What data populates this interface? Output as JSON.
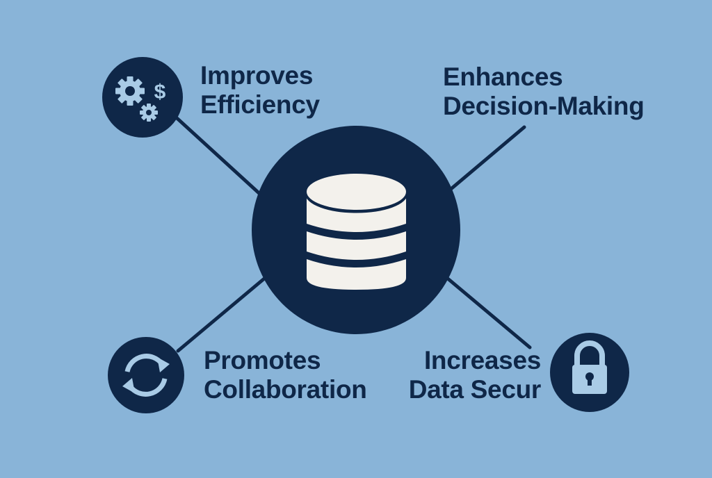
{
  "diagram": {
    "type": "hub-and-spoke",
    "colors": {
      "background": "#89B4D8",
      "navy": "#0F2748",
      "icon_light": "#A9CBE6",
      "database_fill": "#F3F1EC"
    },
    "center": {
      "icon": "database-icon",
      "label": ""
    },
    "nodes": [
      {
        "id": "top-left",
        "icon": "gears-dollar-icon",
        "line1": "Improves",
        "line2": "Efficiency"
      },
      {
        "id": "top-right",
        "icon": "",
        "line1": "Enhances",
        "line2": "Decision-Making"
      },
      {
        "id": "bottom-left",
        "icon": "sync-arrows-icon",
        "line1": "Promotes",
        "line2": "Collaboration"
      },
      {
        "id": "bottom-right",
        "icon": "padlock-icon",
        "line1": "Increases",
        "line2": "Data Secur"
      }
    ]
  }
}
